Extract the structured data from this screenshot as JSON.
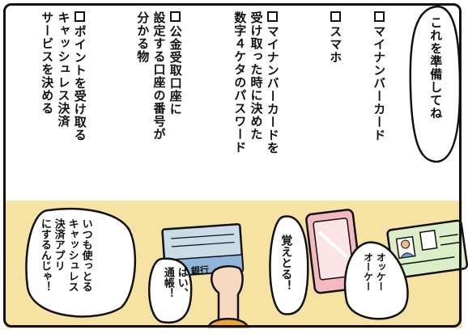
{
  "speech_top": "これを準備してね",
  "checklist": [
    {
      "label": "マイナンバーカード"
    },
    {
      "label": "スマホ"
    },
    {
      "label": "マイナンバーカードを\n受け取った時に決めた\n数字４ケタのパスワード"
    },
    {
      "label": "公金受取口座に\n設定する口座の番号が\n分かる物"
    },
    {
      "label": "ポイントを受け取る\nキャッシュレス決済\nサービスを決める"
    }
  ],
  "bubbles": {
    "cashless": "いつも使っとる\nキャッシュレス\n決済アプリ\nにするんじゃ！",
    "passbook": "はい、\n通帳！",
    "remember": "覚えとる！",
    "okay": "オッケー\nオーケー"
  },
  "bank_label": "銀行",
  "colors": {
    "background": "#ffffff",
    "bottom_band": "#f6e3a4",
    "outline": "#111111",
    "phone": "#f3b9c0",
    "card": "#dbeec8",
    "passbook": "#c9dce8",
    "sleeve": "#f0a23a",
    "skin": "#f5d8bf"
  }
}
